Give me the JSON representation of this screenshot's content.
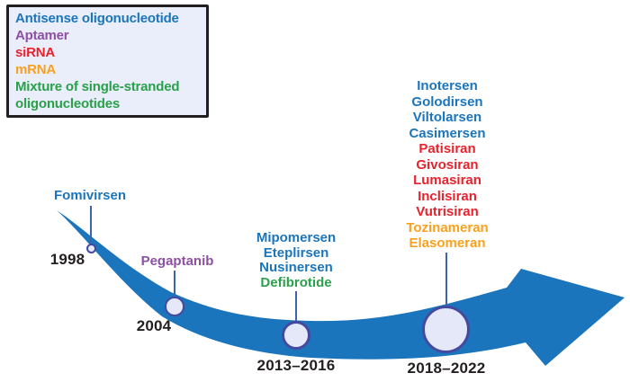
{
  "legend": {
    "items": [
      {
        "label": "Antisense oligonucleotide",
        "color": "#1b75bc"
      },
      {
        "label": "Aptamer",
        "color": "#8e4fa5"
      },
      {
        "label": "siRNA",
        "color": "#e8222d"
      },
      {
        "label": "mRNA",
        "color": "#f9a11c"
      },
      {
        "label": "Mixture of single-stranded oligonucleotides",
        "color": "#2aa04a"
      }
    ]
  },
  "timeline": {
    "arrow_color": "#1b75bc",
    "connector_color": "#3e63ad",
    "node_fill": "#e4e8f8",
    "node_border": "#4549a0",
    "date_color": "#231f20",
    "milestones": [
      {
        "date": "1998",
        "drugs": [
          {
            "name": "Fomivirsen",
            "color": "#1b75bc"
          }
        ]
      },
      {
        "date": "2004",
        "drugs": [
          {
            "name": "Pegaptanib",
            "color": "#8e4fa5"
          }
        ]
      },
      {
        "date": "2013–2016",
        "drugs": [
          {
            "name": "Mipomersen",
            "color": "#1b75bc"
          },
          {
            "name": "Eteplirsen",
            "color": "#1b75bc"
          },
          {
            "name": "Nusinersen",
            "color": "#1b75bc"
          },
          {
            "name": "Defibrotide",
            "color": "#2aa04a"
          }
        ]
      },
      {
        "date": "2018–2022",
        "drugs": [
          {
            "name": "Inotersen",
            "color": "#1b75bc"
          },
          {
            "name": "Golodirsen",
            "color": "#1b75bc"
          },
          {
            "name": "Viltolarsen",
            "color": "#1b75bc"
          },
          {
            "name": "Casimersen",
            "color": "#1b75bc"
          },
          {
            "name": "Patisiran",
            "color": "#e8222d"
          },
          {
            "name": "Givosiran",
            "color": "#e8222d"
          },
          {
            "name": "Lumasiran",
            "color": "#e8222d"
          },
          {
            "name": "Inclisiran",
            "color": "#e8222d"
          },
          {
            "name": "Vutrisiran",
            "color": "#e8222d"
          },
          {
            "name": "Tozinameran",
            "color": "#f9a11c"
          },
          {
            "name": "Elasomeran",
            "color": "#f9a11c"
          }
        ]
      }
    ]
  }
}
